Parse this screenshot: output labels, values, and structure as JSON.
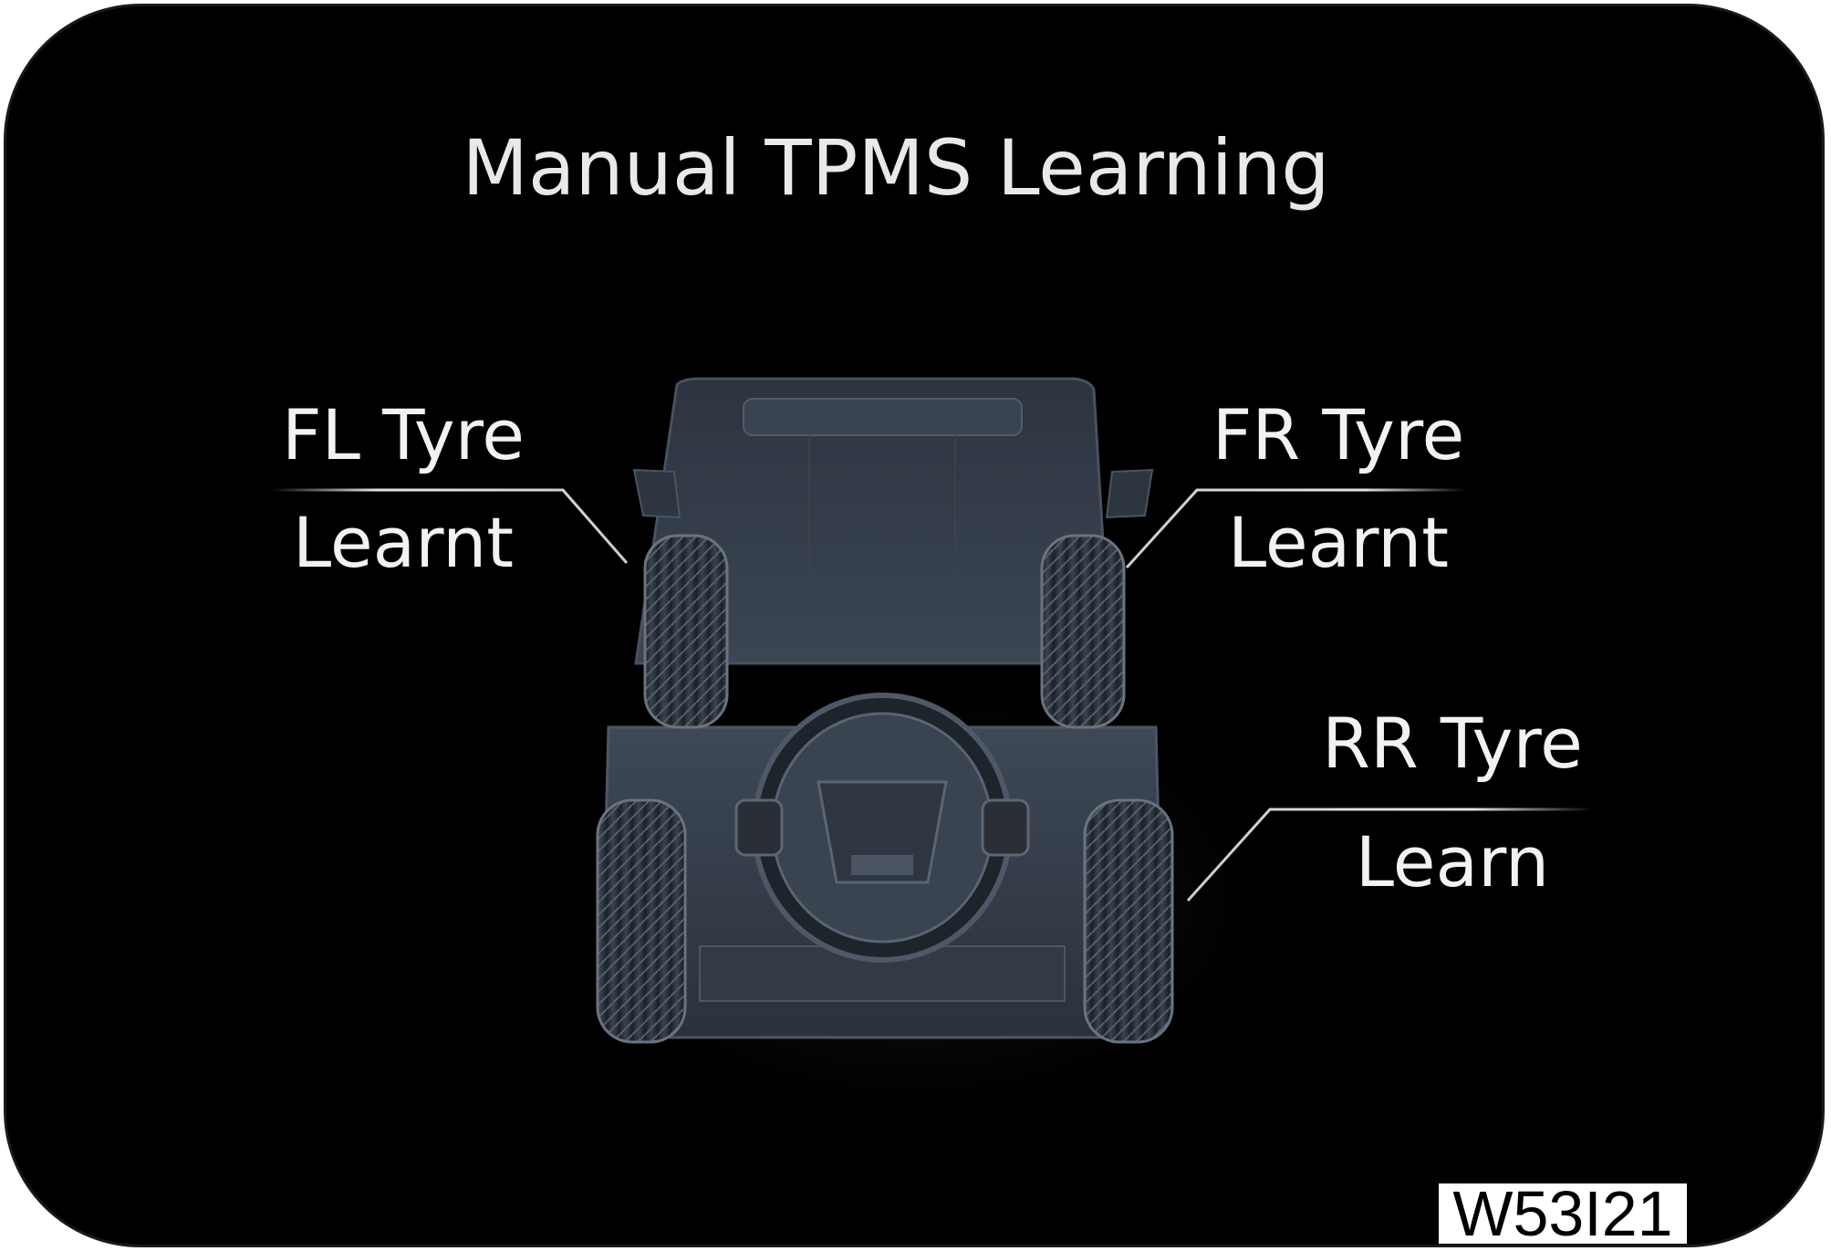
{
  "screen": {
    "title": "Manual TPMS Learning"
  },
  "tyres": {
    "fl": {
      "name": "FL Tyre",
      "status": "Learnt"
    },
    "fr": {
      "name": "FR Tyre",
      "status": "Learnt"
    },
    "rr": {
      "name": "RR Tyre",
      "status": "Learn"
    }
  },
  "figure_code": "W53I21",
  "colors": {
    "background": "#000000",
    "text": "#f2f2f2",
    "vehicle_body": "#2b3440"
  },
  "icons": {
    "vehicle": "vehicle-rear-view-icon"
  }
}
